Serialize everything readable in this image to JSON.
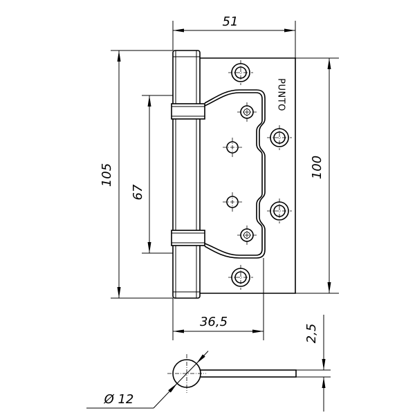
{
  "drawing": {
    "dimensions": {
      "overall_width": "51",
      "knuckle_length": "105",
      "inner_leaf_length": "67",
      "plate_height": "100",
      "inner_leaf_width": "36,5",
      "thickness": "2,5",
      "knuckle_diameter": "Ø 12"
    },
    "brand_mark": "PUNTO"
  },
  "colors": {
    "line": "#000000",
    "background": "#ffffff"
  }
}
